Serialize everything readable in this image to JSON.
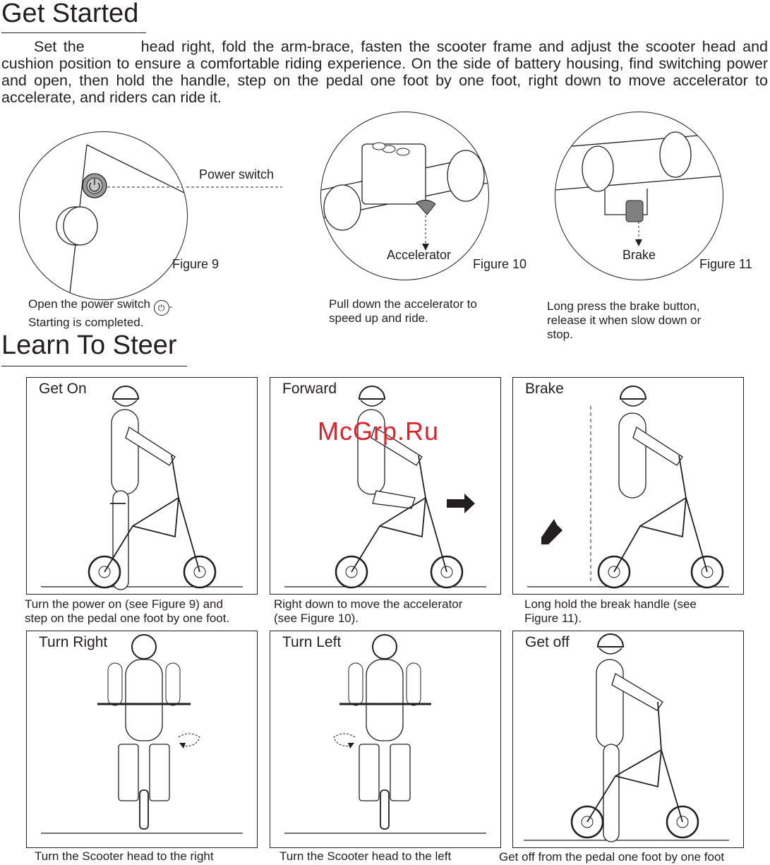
{
  "sections": {
    "get_started": "Get Started",
    "learn_to_steer": "Learn To Steer"
  },
  "intro": {
    "part1": "Set the",
    "part2": "head right, fold the arm-brace, fasten the scooter frame and adjust the scooter head and cushion position to ensure a comfortable riding experience. On the side of battery housing, find switching power and open, then hold the handle, step on the pedal one foot by one foot, right down to move accelerator to accelerate, and riders can ride it."
  },
  "figures": [
    {
      "caption": "Figure 9",
      "callout": "Power switch",
      "desc_line1": "Open the power switch",
      "desc_line1_end": ".",
      "desc_line2": "Starting is completed."
    },
    {
      "caption": "Figure 10",
      "callout": "Accelerator",
      "desc_line1": "Pull down the accelerator to",
      "desc_line2": "speed up and ride."
    },
    {
      "caption": "Figure 11",
      "callout": "Brake",
      "desc_line1": "Long press the brake button,",
      "desc_line2": "release it when slow down or",
      "desc_line3": "stop."
    }
  ],
  "panels": [
    {
      "title": "Get On",
      "cap1": "Turn the power on (see Figure 9) and",
      "cap2": "step on the pedal one foot by one foot."
    },
    {
      "title": "Forward",
      "cap1": "Right down to move the accelerator",
      "cap2": "(see Figure 10)."
    },
    {
      "title": "Brake",
      "cap1": "Long hold the break handle (see",
      "cap2": "Figure 11)."
    },
    {
      "title": "Turn Right",
      "cap1": "Turn the Scooter head to the right"
    },
    {
      "title": "Turn Left",
      "cap1": "Turn the Scooter head to the left"
    },
    {
      "title": "Get off",
      "cap1": "Get off from the pedal one foot by one foot"
    }
  ],
  "watermark": "McGrp.Ru",
  "colors": {
    "ink": "#231f20",
    "watermark": "#e0202a",
    "button_fill": "#808080"
  },
  "icons": [
    "power-icon",
    "arrow-right-icon",
    "arrow-down-left-icon",
    "rotate-right-icon",
    "rotate-left-icon"
  ]
}
